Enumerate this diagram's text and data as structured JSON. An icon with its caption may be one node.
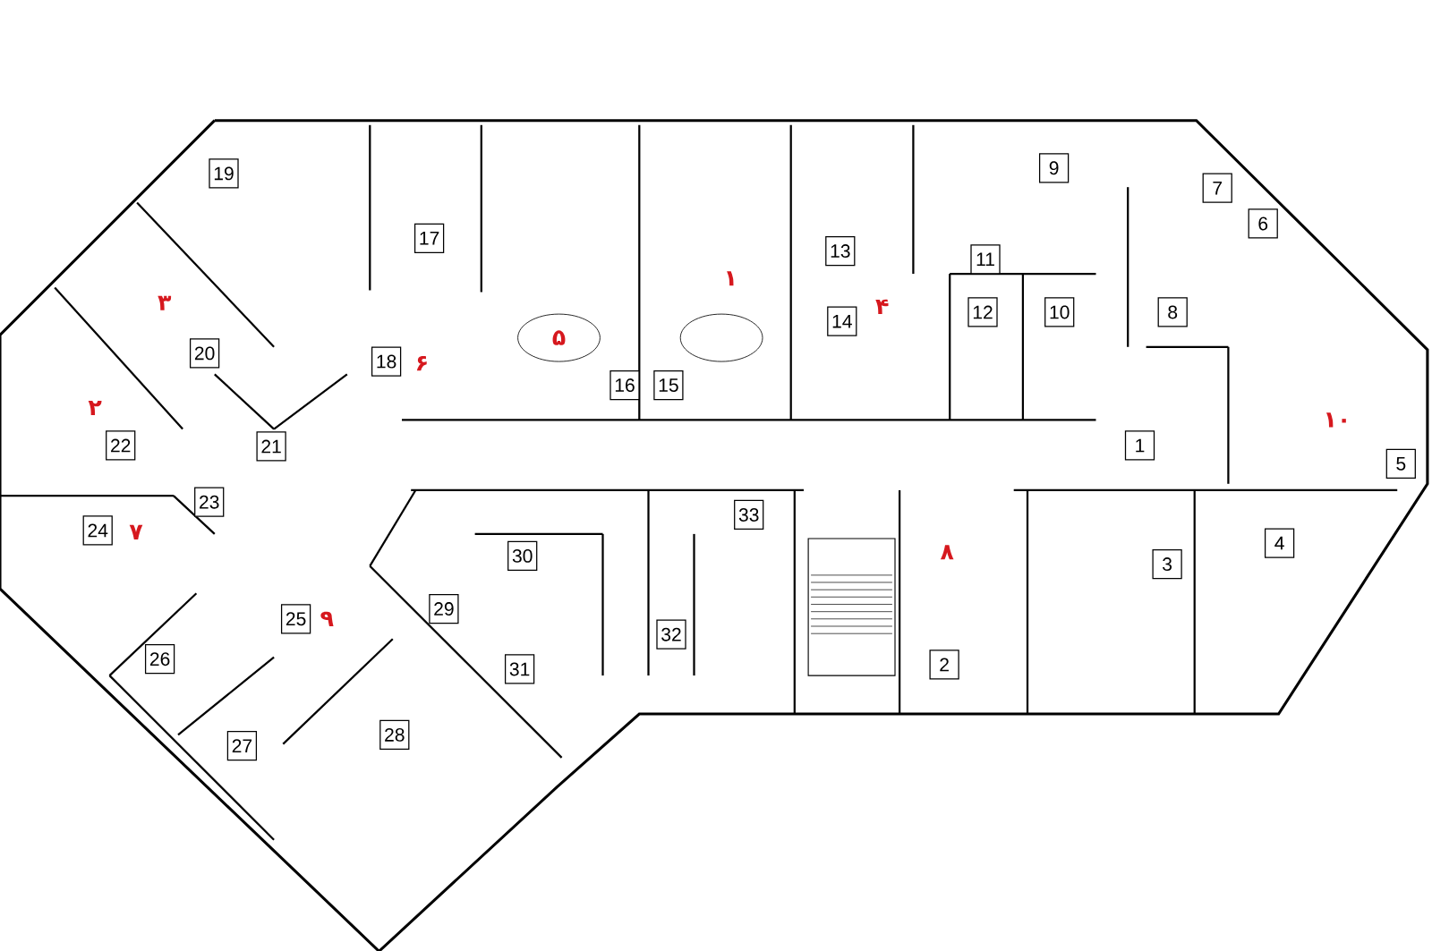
{
  "diagram": {
    "nodes": [
      {
        "text": [
          "1"
        ]
      },
      {
        "text": [
          "2"
        ]
      },
      {
        "text": [
          "3"
        ]
      },
      {
        "text": [
          "4"
        ]
      },
      {
        "text": [
          "5"
        ]
      },
      {
        "text": [
          "6"
        ]
      },
      {
        "text": [
          "7"
        ]
      },
      {
        "text": [
          "8"
        ]
      },
      {
        "text": [
          "9"
        ]
      },
      {
        "text": [
          "10"
        ]
      },
      {
        "text": [
          "11"
        ]
      },
      {
        "text": [
          "12"
        ]
      },
      {
        "text": [
          "13"
        ]
      },
      {
        "text": [
          "14"
        ]
      },
      {
        "text": [
          "15"
        ]
      },
      {
        "text": [
          "16"
        ]
      },
      {
        "text": [
          "17"
        ]
      },
      {
        "text": [
          "18"
        ]
      },
      {
        "text": [
          "19"
        ]
      },
      {
        "text": [
          "20"
        ]
      },
      {
        "text": [
          "21"
        ]
      },
      {
        "text": [
          "22"
        ]
      },
      {
        "text": [
          "23"
        ]
      },
      {
        "text": [
          "24"
        ]
      },
      {
        "text": [
          "25"
        ]
      },
      {
        "text": [
          "26"
        ]
      },
      {
        "text": [
          "27"
        ]
      },
      {
        "text": [
          "28"
        ]
      },
      {
        "text": [
          "29"
        ]
      },
      {
        "text": [
          "30"
        ]
      },
      {
        "text": [
          "31"
        ]
      },
      {
        "text": [
          "32"
        ]
      },
      {
        "text": [
          "33"
        ]
      }
    ],
    "labels": [
      "۱",
      "۲",
      "۳",
      "۴",
      "۵",
      "۶",
      "۷",
      "۸",
      "۹",
      "۱۰"
    ]
  }
}
